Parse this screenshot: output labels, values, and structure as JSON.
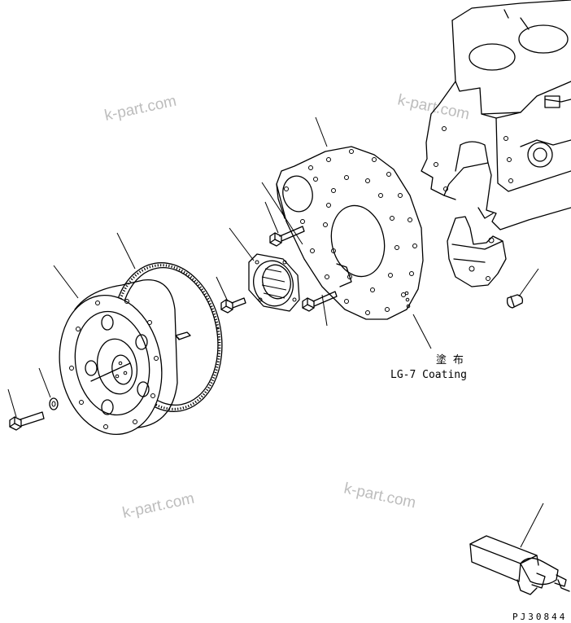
{
  "diagram": {
    "note_cjk": "塗 布",
    "note_en": "LG-7 Coating",
    "figure_code": "PJ30844"
  },
  "watermarks": [
    "k-part.com",
    "k-part.com",
    "k-part.com",
    "k-part.com"
  ]
}
